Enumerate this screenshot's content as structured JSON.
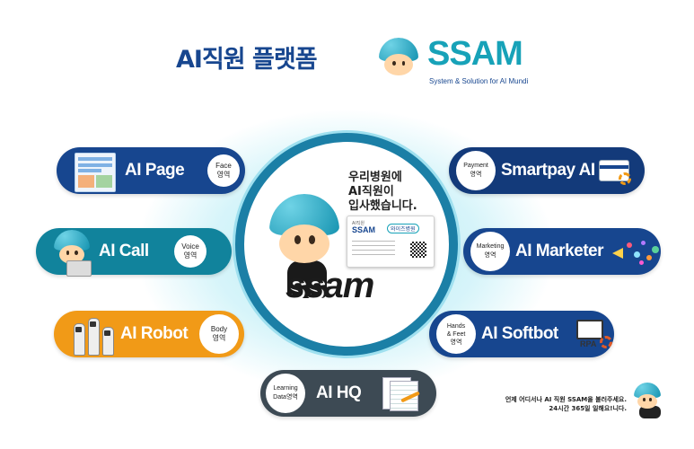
{
  "header": {
    "title": "AI직원 플랫폼",
    "brand": "SSAM",
    "tagline": "System & Solution for AI Mundi"
  },
  "center": {
    "message_line1": "우리병원에",
    "message_line2": "AI직원이",
    "message_line3": "입사했습니다.",
    "card_small": "AI직원",
    "card_name": "SSAM",
    "card_hospital": "와이즈병원",
    "wordmark": "ssam"
  },
  "services_left": [
    {
      "label": "AI Page",
      "badge_line1": "Face",
      "badge_line2": "영역"
    },
    {
      "label": "AI Call",
      "badge_line1": "Voice",
      "badge_line2": "영역"
    },
    {
      "label": "AI Robot",
      "badge_line1": "Body",
      "badge_line2": "영역"
    }
  ],
  "services_right": [
    {
      "label": "Smartpay AI",
      "badge_line1": "Payment",
      "badge_line2": "영역"
    },
    {
      "label": "AI Marketer",
      "badge_line1": "Marketing",
      "badge_line2": "영역"
    },
    {
      "label": "AI Softbot",
      "badge_line1": "Hands",
      "badge_line2": "& Feet",
      "badge_line3": "영역"
    }
  ],
  "service_bottom": {
    "label": "AI HQ",
    "badge_line1": "Learning",
    "badge_line2": "Data영역"
  },
  "icons": {
    "softbot_badge": "RPA"
  },
  "footer": {
    "line1": "언제 어디서나 AI 직원 SSAM을 불러주세요.",
    "line2": "24시간 365일 일해요!니다."
  },
  "colors": {
    "primary": "#17468f",
    "teal": "#11839c",
    "orange": "#f19a17",
    "gray": "#3d4a54",
    "accent": "#17a2b8"
  }
}
